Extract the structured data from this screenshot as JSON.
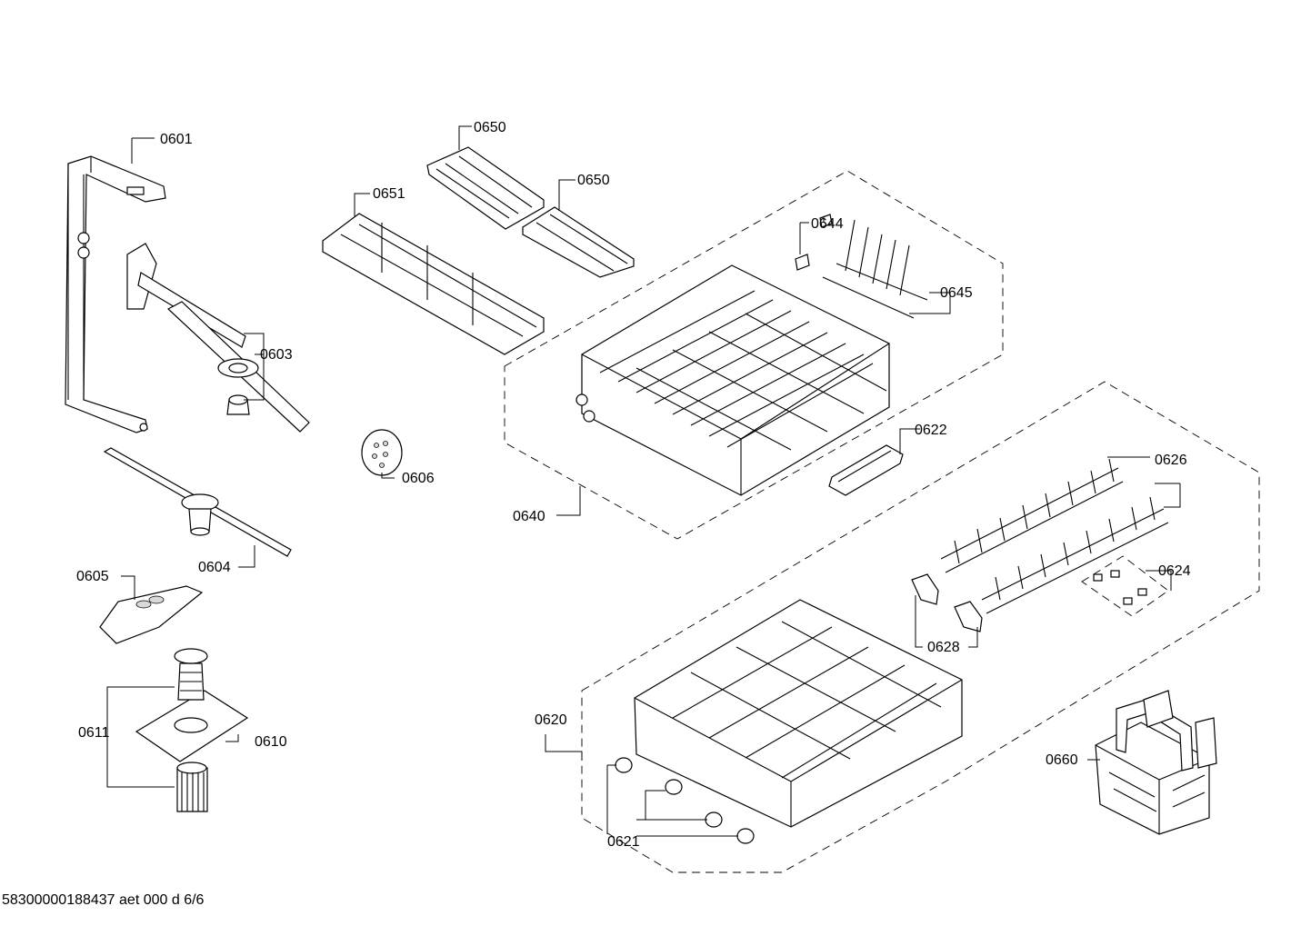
{
  "document_id": "58300000188437 aet 000 d 6/6",
  "labels": {
    "p0601": "0601",
    "p0603": "0603",
    "p0604": "0604",
    "p0605": "0605",
    "p0606": "0606",
    "p0610": "0610",
    "p0611": "0611",
    "p0620": "0620",
    "p0621": "0621",
    "p0622": "0622",
    "p0624": "0624",
    "p0626": "0626",
    "p0628": "0628",
    "p0640": "0640",
    "p0644": "0644",
    "p0645": "0645",
    "p0650a": "0650",
    "p0650b": "0650",
    "p0651": "0651",
    "p0660": "0660"
  }
}
